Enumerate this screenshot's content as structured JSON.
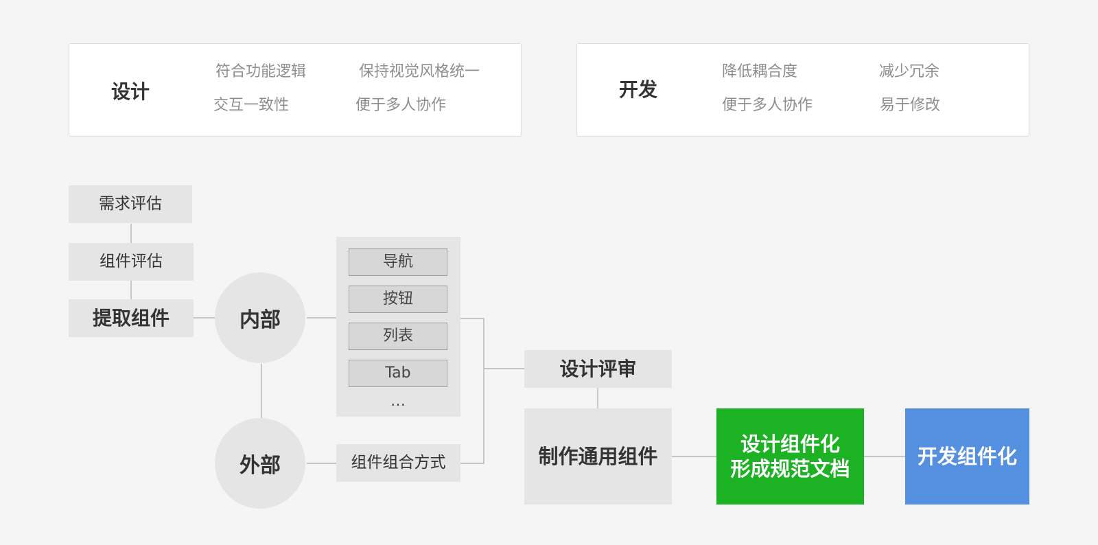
{
  "design_card": {
    "title": "设计",
    "items": [
      "符合功能逻辑",
      "保持视觉风格统一",
      "交互一致性",
      "便于多人协作"
    ]
  },
  "dev_card": {
    "title": "开发",
    "items": [
      "降低耦合度",
      "减少冗余",
      "便于多人协作",
      "易于修改"
    ]
  },
  "flow": {
    "demand_eval": "需求评估",
    "component_eval": "组件评估",
    "extract": "提取组件",
    "internal": "内部",
    "external": "外部",
    "internal_items": [
      "导航",
      "按钮",
      "列表",
      "Tab"
    ],
    "more": "…",
    "combination": "组件组合方式",
    "design_review": "设计评审",
    "make_common": "制作通用组件",
    "design_componentize": [
      "设计组件化",
      "形成规范文档"
    ],
    "dev_componentize": "开发组件化"
  },
  "colors": {
    "green": "#1cb224",
    "blue": "#558fe0"
  }
}
